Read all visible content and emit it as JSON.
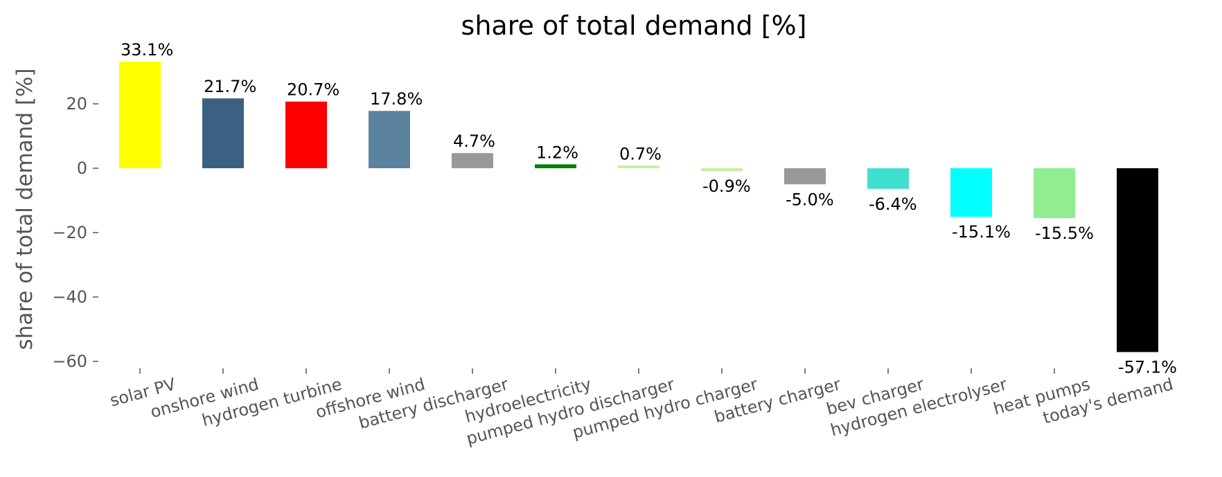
{
  "chart_data": {
    "type": "bar",
    "title": "share of total demand [%]",
    "ylabel": "share of total demand [%]",
    "xlabel": "",
    "ylim": [
      -63,
      39
    ],
    "yticks": [
      20,
      0,
      -20,
      -40,
      -60
    ],
    "ytick_labels": [
      "20",
      "0",
      "−20",
      "−40",
      "−60"
    ],
    "grid": false,
    "categories": [
      "solar PV",
      "onshore wind",
      "hydrogen turbine",
      "offshore wind",
      "battery discharger",
      "hydroelectricity",
      "pumped hydro discharger",
      "pumped hydro charger",
      "battery charger",
      "bev charger",
      "hydrogen electrolyser",
      "heat pumps",
      "today's demand"
    ],
    "values": [
      33.1,
      21.7,
      20.7,
      17.8,
      4.7,
      1.2,
      0.7,
      -0.9,
      -5.0,
      -6.4,
      -15.1,
      -15.5,
      -57.1
    ],
    "data_labels": [
      "33.1%",
      "21.7%",
      "20.7%",
      "17.8%",
      "4.7%",
      "1.2%",
      "0.7%",
      "-0.9%",
      "-5.0%",
      "-6.4%",
      "-15.1%",
      "-15.5%",
      "-57.1%"
    ],
    "colors": [
      "#ffff00",
      "#3b6182",
      "#ff0000",
      "#5b83a0",
      "#999999",
      "#008000",
      "#c8f0a0",
      "#c8f0a0",
      "#999999",
      "#40e0d0",
      "#00ffff",
      "#90ee90",
      "#000000"
    ]
  }
}
